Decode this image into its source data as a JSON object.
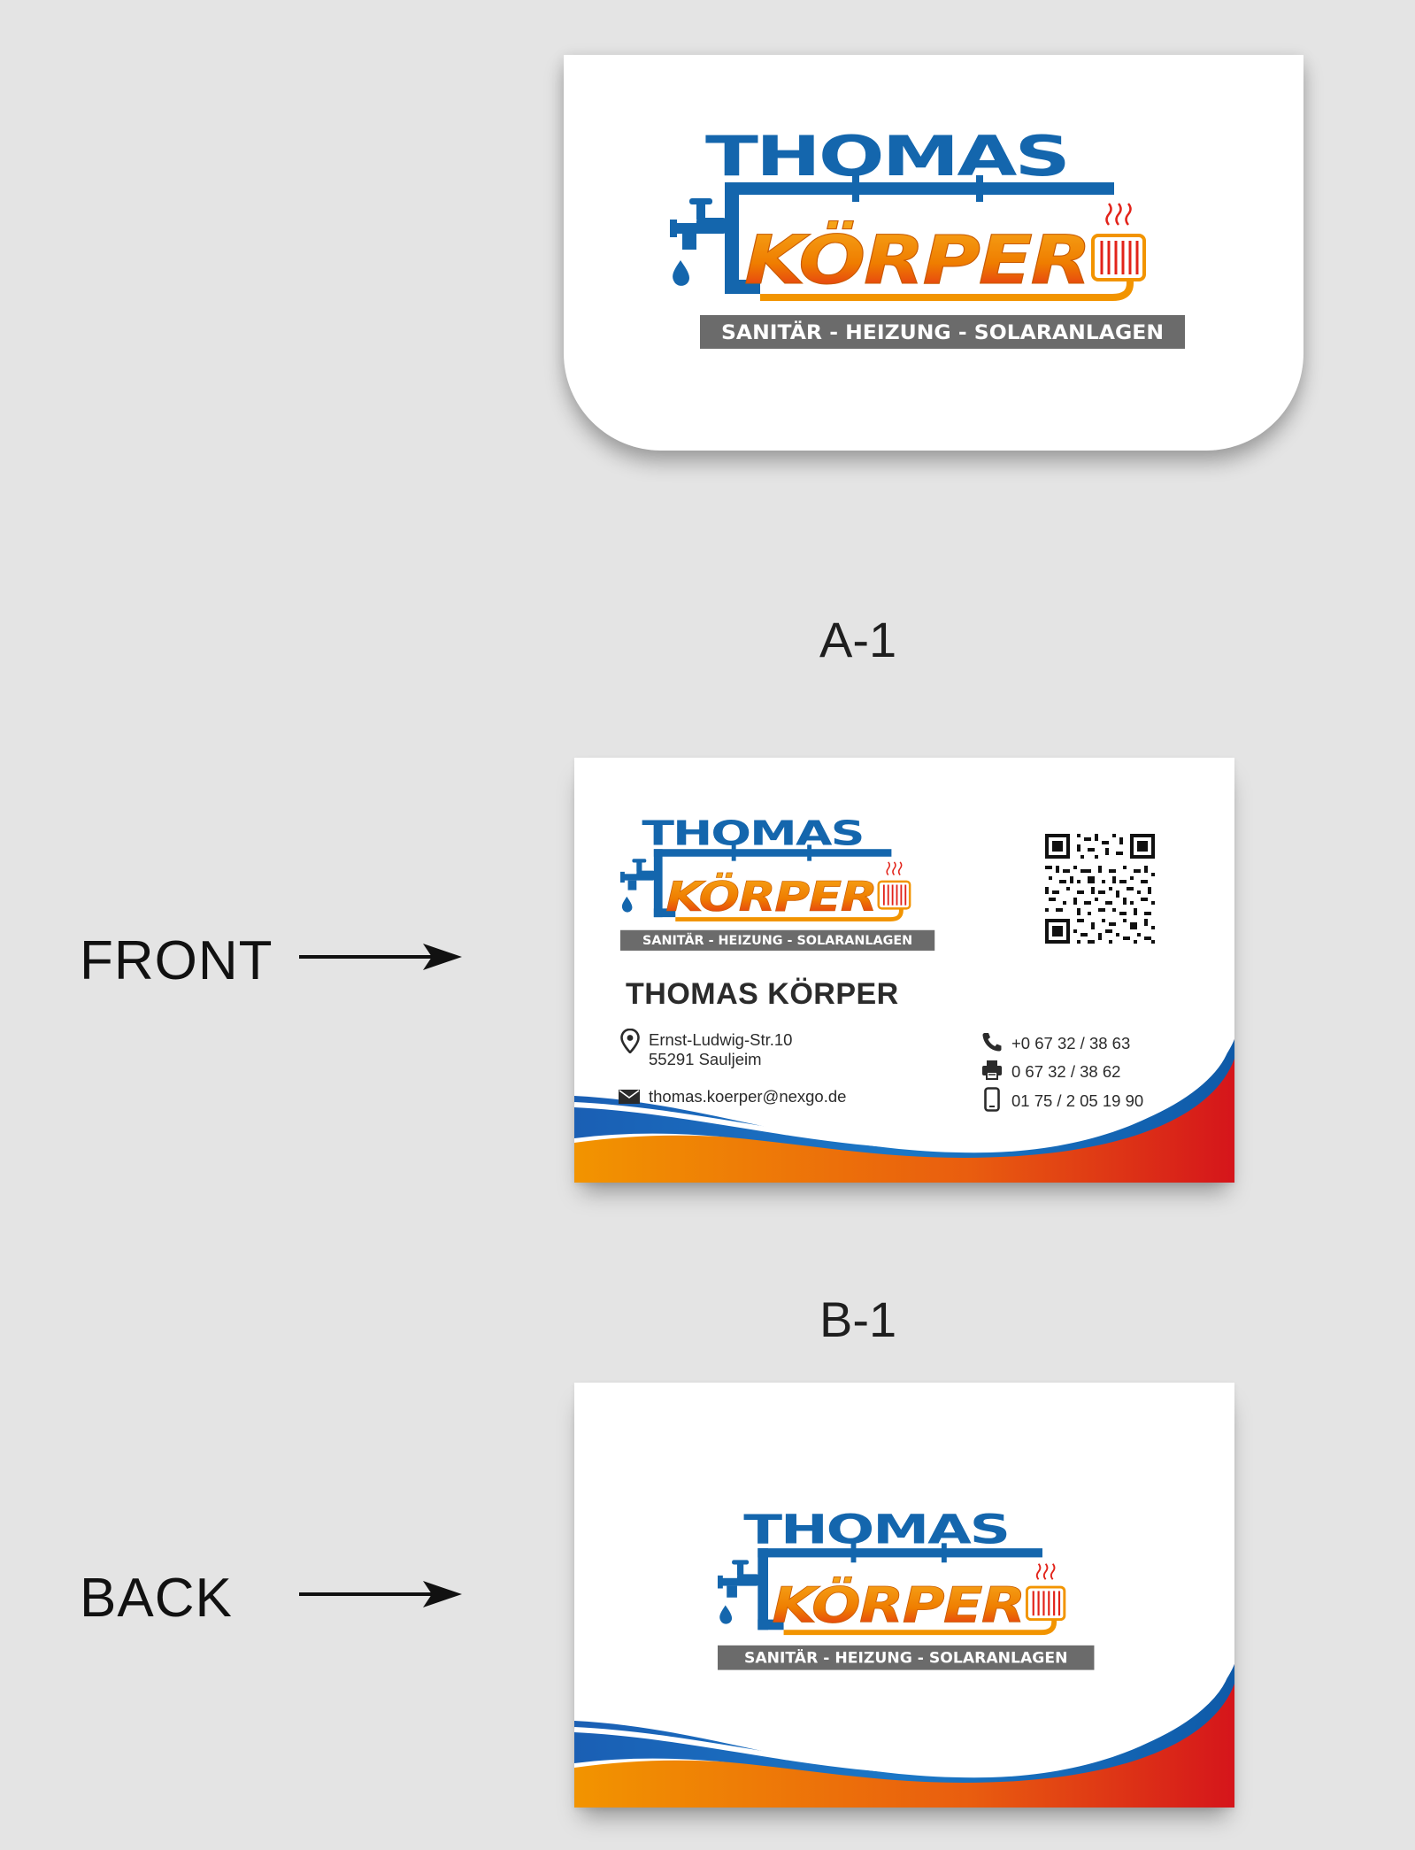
{
  "brand": {
    "name_line1": "THOMAS",
    "name_line2": "KÖRPER",
    "tagline": "SANITÄR - HEIZUNG - SOLARANLAGEN",
    "colors": {
      "blue": "#1466ad",
      "blue_dark": "#0f4f8c",
      "orange": "#f29400",
      "red": "#d5151b",
      "gray": "#6b6b6b",
      "background": "#e4e4e4"
    },
    "icons": [
      "faucet-icon",
      "water-drop-icon",
      "radiator-icon",
      "heat-waves-icon"
    ]
  },
  "labels": {
    "variant_a": "A-1",
    "variant_b": "B-1",
    "front": "FRONT",
    "back": "BACK"
  },
  "front_card": {
    "person_name": "THOMAS KÖRPER",
    "address_line1": "Ernst-Ludwig-Str.10",
    "address_line2": "55291 Sauljeim",
    "email": "thomas.koerper@nexgo.de",
    "phone": "+0 67 32 / 38 63",
    "fax": "0 67 32 / 38 62",
    "mobile": "01 75 / 2 05 19 90",
    "icons": {
      "address": "location-pin-icon",
      "email": "envelope-icon",
      "phone": "phone-icon",
      "fax": "fax-icon",
      "mobile": "mobile-phone-icon",
      "qr": "qr-code-icon"
    }
  }
}
